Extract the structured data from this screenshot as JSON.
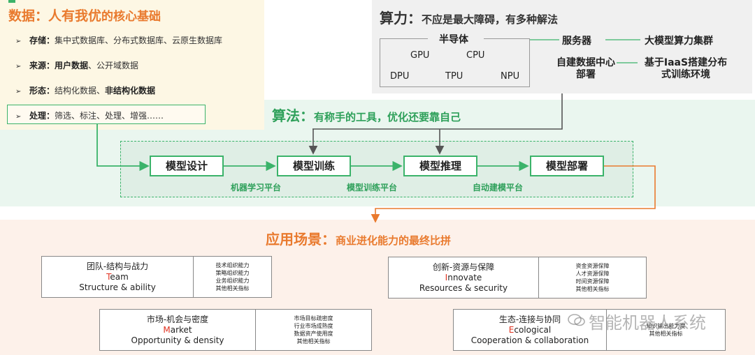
{
  "data_section": {
    "title": "数据：",
    "title_bold": "人有我优",
    "title_sub": "的核心基础",
    "bullets": [
      {
        "key": "存储",
        "sep": "：",
        "text": "集中式数据库、分布式数据库、云原生数据库",
        "bold_tail": ""
      },
      {
        "key": "来源",
        "sep": "：",
        "text": "",
        "bold_tail": "用户数据",
        "tail": "、公开域数据"
      },
      {
        "key": "形态",
        "sep": "：",
        "text": "结构化数据、",
        "bold_tail": "非结构化数据"
      },
      {
        "key": "处理",
        "sep": "：",
        "text": "筛选、标注、处理、增强……",
        "bold_tail": ""
      }
    ]
  },
  "compute_section": {
    "title": "算力：",
    "title_sub": "不应是最大障碍，有多种解法",
    "semiconductor": "半导体",
    "chips": [
      "GPU",
      "CPU",
      "DPU",
      "TPU",
      "NPU"
    ],
    "server": "服务器",
    "server_desc": "自建数据中心部署",
    "cluster": "大模型算力集群",
    "cluster_desc": "基于IaaS搭建分布式训练环境"
  },
  "algo_section": {
    "title": "算法：",
    "title_sub": "有称手的工具，优化还要靠自己",
    "stages": [
      "模型设计",
      "模型训练",
      "模型推理",
      "模型部署"
    ],
    "platforms": [
      "机器学习平台",
      "模型训练平台",
      "自动建模平台"
    ]
  },
  "app_section": {
    "title": "应用场景：",
    "title_sub": "商业进化能力的最终比拼",
    "cards": [
      {
        "cn": "团队-结构与战力",
        "initial": "T",
        "en_rest": "eam",
        "en2": "Structure &  ability",
        "items": [
          "技术组织能力",
          "策略组织能力",
          "业务组织能力",
          "其他相关指标"
        ]
      },
      {
        "cn": "创新-资源与保障",
        "initial": "I",
        "en_rest": "nnovate",
        "en2": "Resources & security",
        "items": [
          "资金资源保障",
          "人才资源保障",
          "时间资源保障",
          "其他相关指标"
        ]
      },
      {
        "cn": "市场-机会与密度",
        "initial": "M",
        "en_rest": "arket",
        "en2": "Opportunity & density",
        "items": [
          "市场目标疏密度",
          "行业市场成熟度",
          "数据资产使用度",
          "其他相关指标"
        ]
      },
      {
        "cn": "生态-连接与协同",
        "initial": "E",
        "en_rest": "cological",
        "en2": "Cooperation & collaboration",
        "items": [
          "",
          "",
          "知识输出能力度",
          "其他相关指标"
        ]
      }
    ]
  },
  "watermark": "智能机器人系统",
  "colors": {
    "green": "#3bb36a",
    "orange": "#e97a2e",
    "gray_arrow": "#555555",
    "red": "#e0301e"
  }
}
